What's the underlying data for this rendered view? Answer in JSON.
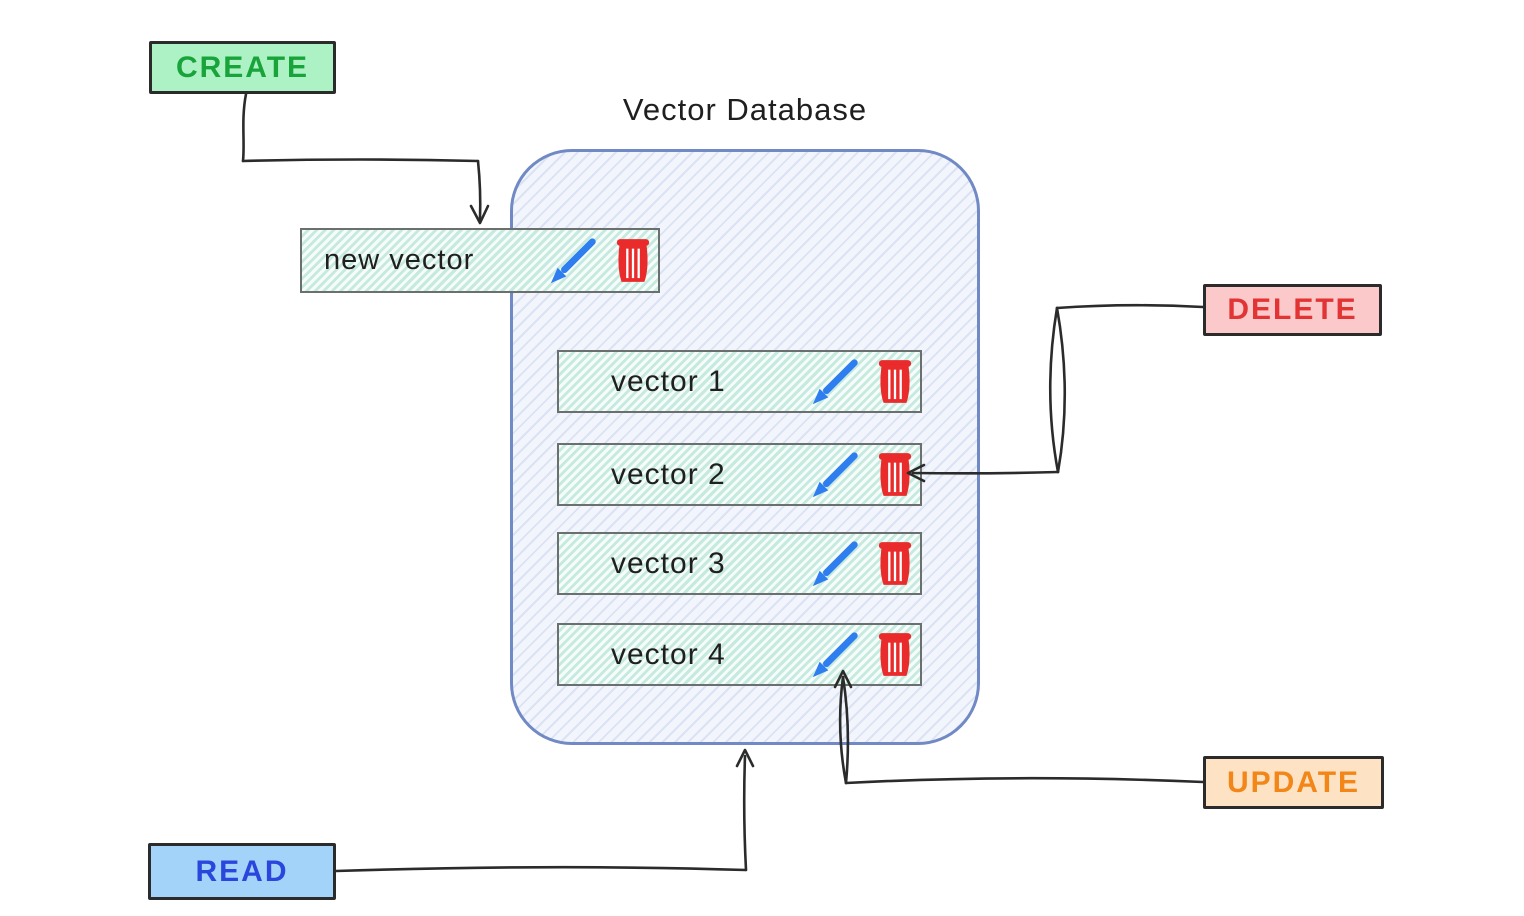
{
  "database": {
    "title": "Vector Database",
    "rows": [
      {
        "label": "new vector"
      },
      {
        "label": "vector 1"
      },
      {
        "label": "vector 2"
      },
      {
        "label": "vector 3"
      },
      {
        "label": "vector 4"
      }
    ],
    "row_icons": [
      "pencil-edit-icon",
      "trash-delete-icon"
    ]
  },
  "operations": {
    "create": {
      "label": "CREATE",
      "text_color": "#18a43b",
      "fill": "#adf2c5",
      "points_to": "new vector"
    },
    "delete": {
      "label": "DELETE",
      "text_color": "#e23434",
      "fill": "#fbc9c9",
      "points_to": "vector 2 trash icon"
    },
    "update": {
      "label": "UPDATE",
      "text_color": "#f28618",
      "fill": "#fde3c3",
      "points_to": "vector 4 pencil icon"
    },
    "read": {
      "label": "READ",
      "text_color": "#2b46dd",
      "fill": "#a3d3f8",
      "points_to": "Vector Database container"
    }
  },
  "colors": {
    "arrow": "#2b2b2b",
    "container_border": "#7189c4",
    "container_fill_hatch": "#e9eefa",
    "row_fill_hatch": "#ddf2ec",
    "row_border": "#6b6f6e",
    "pencil_blue": "#2e7ef0",
    "trash_red": "#ea2b2b",
    "box_border": "#2b2b2b",
    "background": "#ffffff"
  }
}
